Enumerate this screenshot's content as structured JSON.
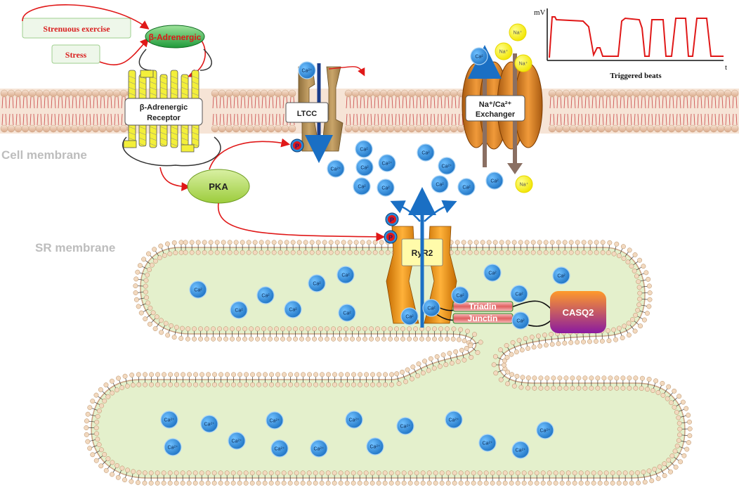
{
  "triggers": [
    {
      "label": "Strenuous exercise"
    },
    {
      "label": "Stress"
    }
  ],
  "labels": {
    "beta_adrenergic": "β-Adrenergic",
    "beta_receptor_line1": "β-Adrenergic",
    "beta_receptor_line2": "Receptor",
    "pka": "PKA",
    "ltcc": "LTCC",
    "ncx_line1": "Na⁺/Ca²⁺",
    "ncx_line2": "Exchanger",
    "ryr2": "RyR2",
    "triadin": "Triadin",
    "junctin": "Junctin",
    "casq2": "CASQ2",
    "cell_membrane": "Cell membrane",
    "sr_membrane": "SR membrane",
    "phospho": "P"
  },
  "inset_trace": {
    "ylabel": "mV",
    "xlabel": "t",
    "caption": "Triggered beats"
  },
  "ions": {
    "ca_label": "Ca²⁺",
    "ca_label_short": "Ca²",
    "na_label": "Na⁺"
  },
  "colors": {
    "membrane_head": "#f3d6bf",
    "membrane_tail": "#c94848",
    "sr_lumen": "#e2efc8",
    "ca_ion": "#2b8ad6",
    "na_ion": "#f5ee1e",
    "trace": "#e01818",
    "arrow_red": "#e01818"
  }
}
